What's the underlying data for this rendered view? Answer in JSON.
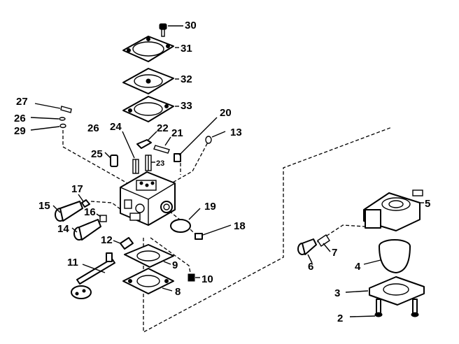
{
  "callouts": {
    "p2": "2",
    "p3": "3",
    "p4": "4",
    "p5": "5",
    "p6": "6",
    "p7": "7",
    "p8": "8",
    "p9": "9",
    "p10": "10",
    "p11": "11",
    "p12": "12",
    "p13": "13",
    "p14": "14",
    "p15": "15",
    "p16": "16",
    "p17": "17",
    "p18": "18",
    "p19": "19",
    "p20": "20",
    "p21": "21",
    "p22": "22",
    "p23": "23",
    "p24": "24",
    "p25": "25",
    "p26a": "26",
    "p26b": "26",
    "p27": "27",
    "p29": "29",
    "p30": "30",
    "p31": "31",
    "p32": "32",
    "p33": "33"
  }
}
